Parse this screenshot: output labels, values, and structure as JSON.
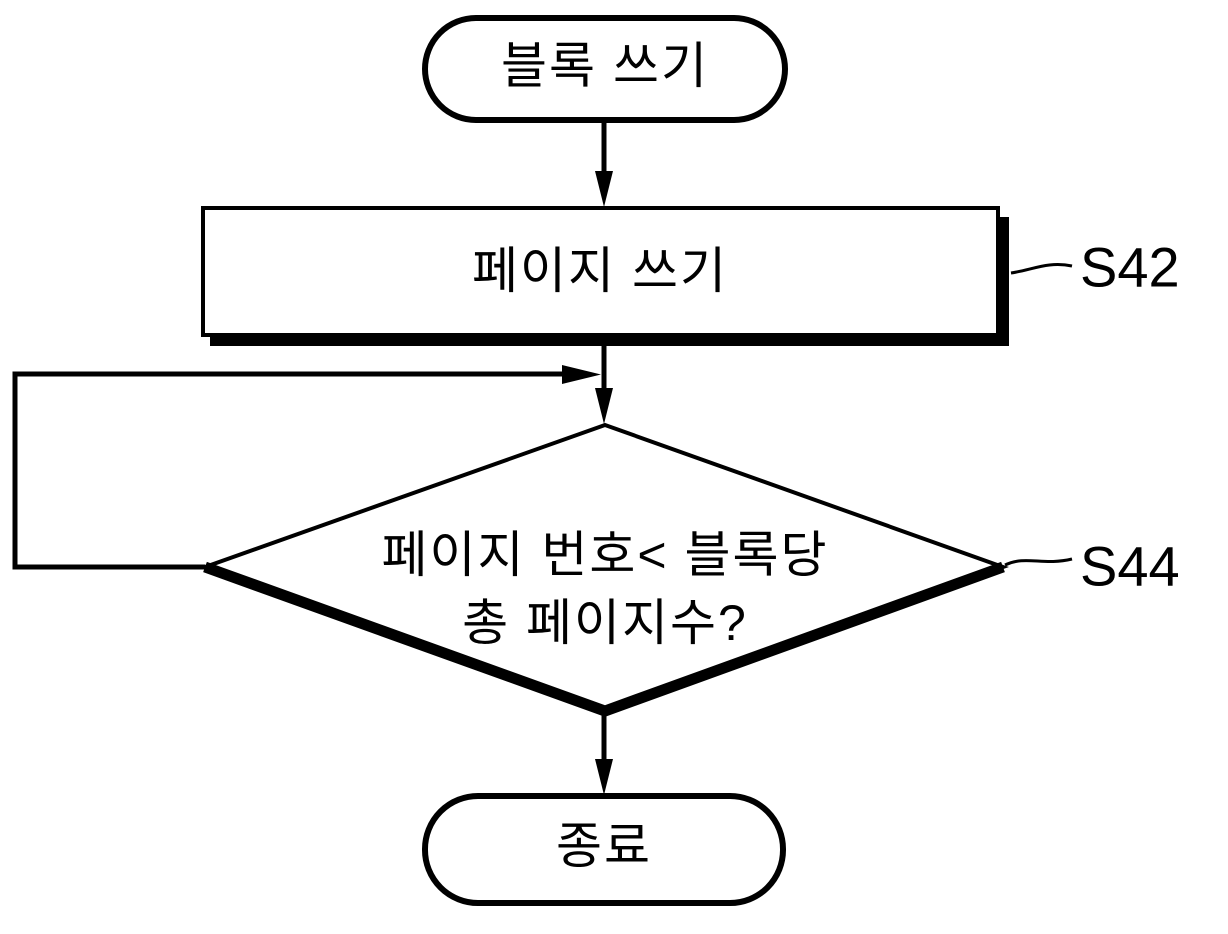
{
  "figure": {
    "background_color": "#ffffff",
    "ink_color": "#000000",
    "type": "flowchart",
    "nodes": {
      "start": {
        "shape": "terminator",
        "label": "블록 쓰기"
      },
      "process": {
        "shape": "process",
        "label": "페이지 쓰기",
        "step": "S42"
      },
      "decision": {
        "shape": "decision",
        "label_line1": "페이지 번호< 블록당",
        "label_line2": "총 페이지수?",
        "step": "S44"
      },
      "end": {
        "shape": "terminator",
        "label": "종료"
      }
    },
    "edges": [
      {
        "from": "start",
        "to": "process"
      },
      {
        "from": "process",
        "to": "decision"
      },
      {
        "from": "decision",
        "to": "end"
      },
      {
        "from": "decision-left-vertex",
        "to": "process-decision-connector",
        "kind": "loop-back"
      }
    ]
  }
}
